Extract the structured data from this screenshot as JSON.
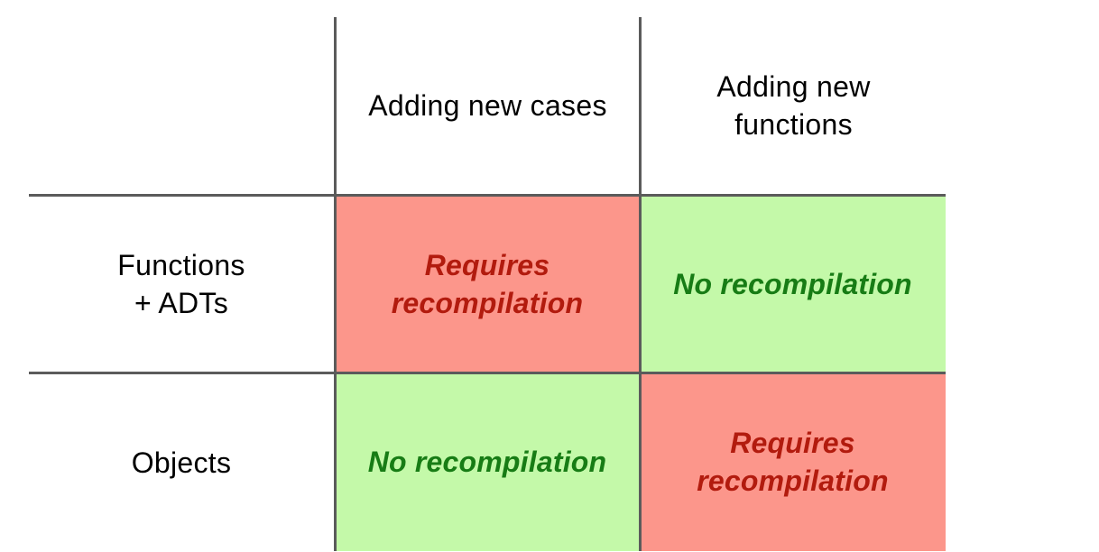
{
  "matrix": {
    "column_headers": [
      {
        "label": "Adding new cases"
      },
      {
        "label": "Adding new\nfunctions"
      }
    ],
    "row_headers": [
      {
        "label": "Functions\n+ ADTs"
      },
      {
        "label": "Objects"
      }
    ],
    "cells": [
      {
        "row": 0,
        "col": 0,
        "value": "Requires\nrecompilation",
        "status": "requires-recompilation"
      },
      {
        "row": 0,
        "col": 1,
        "value": "No recompilation",
        "status": "no-recompilation"
      },
      {
        "row": 1,
        "col": 0,
        "value": "No recompilation",
        "status": "no-recompilation"
      },
      {
        "row": 1,
        "col": 1,
        "value": "Requires\nrecompilation",
        "status": "requires-recompilation"
      }
    ]
  },
  "theme": {
    "requires_bg": "#fc968b",
    "requires_text": "#b21b0e",
    "no_bg": "#c4f9a9",
    "no_text": "#177c15",
    "grid_line": "#5b5b5b",
    "header_text": "#000000"
  }
}
